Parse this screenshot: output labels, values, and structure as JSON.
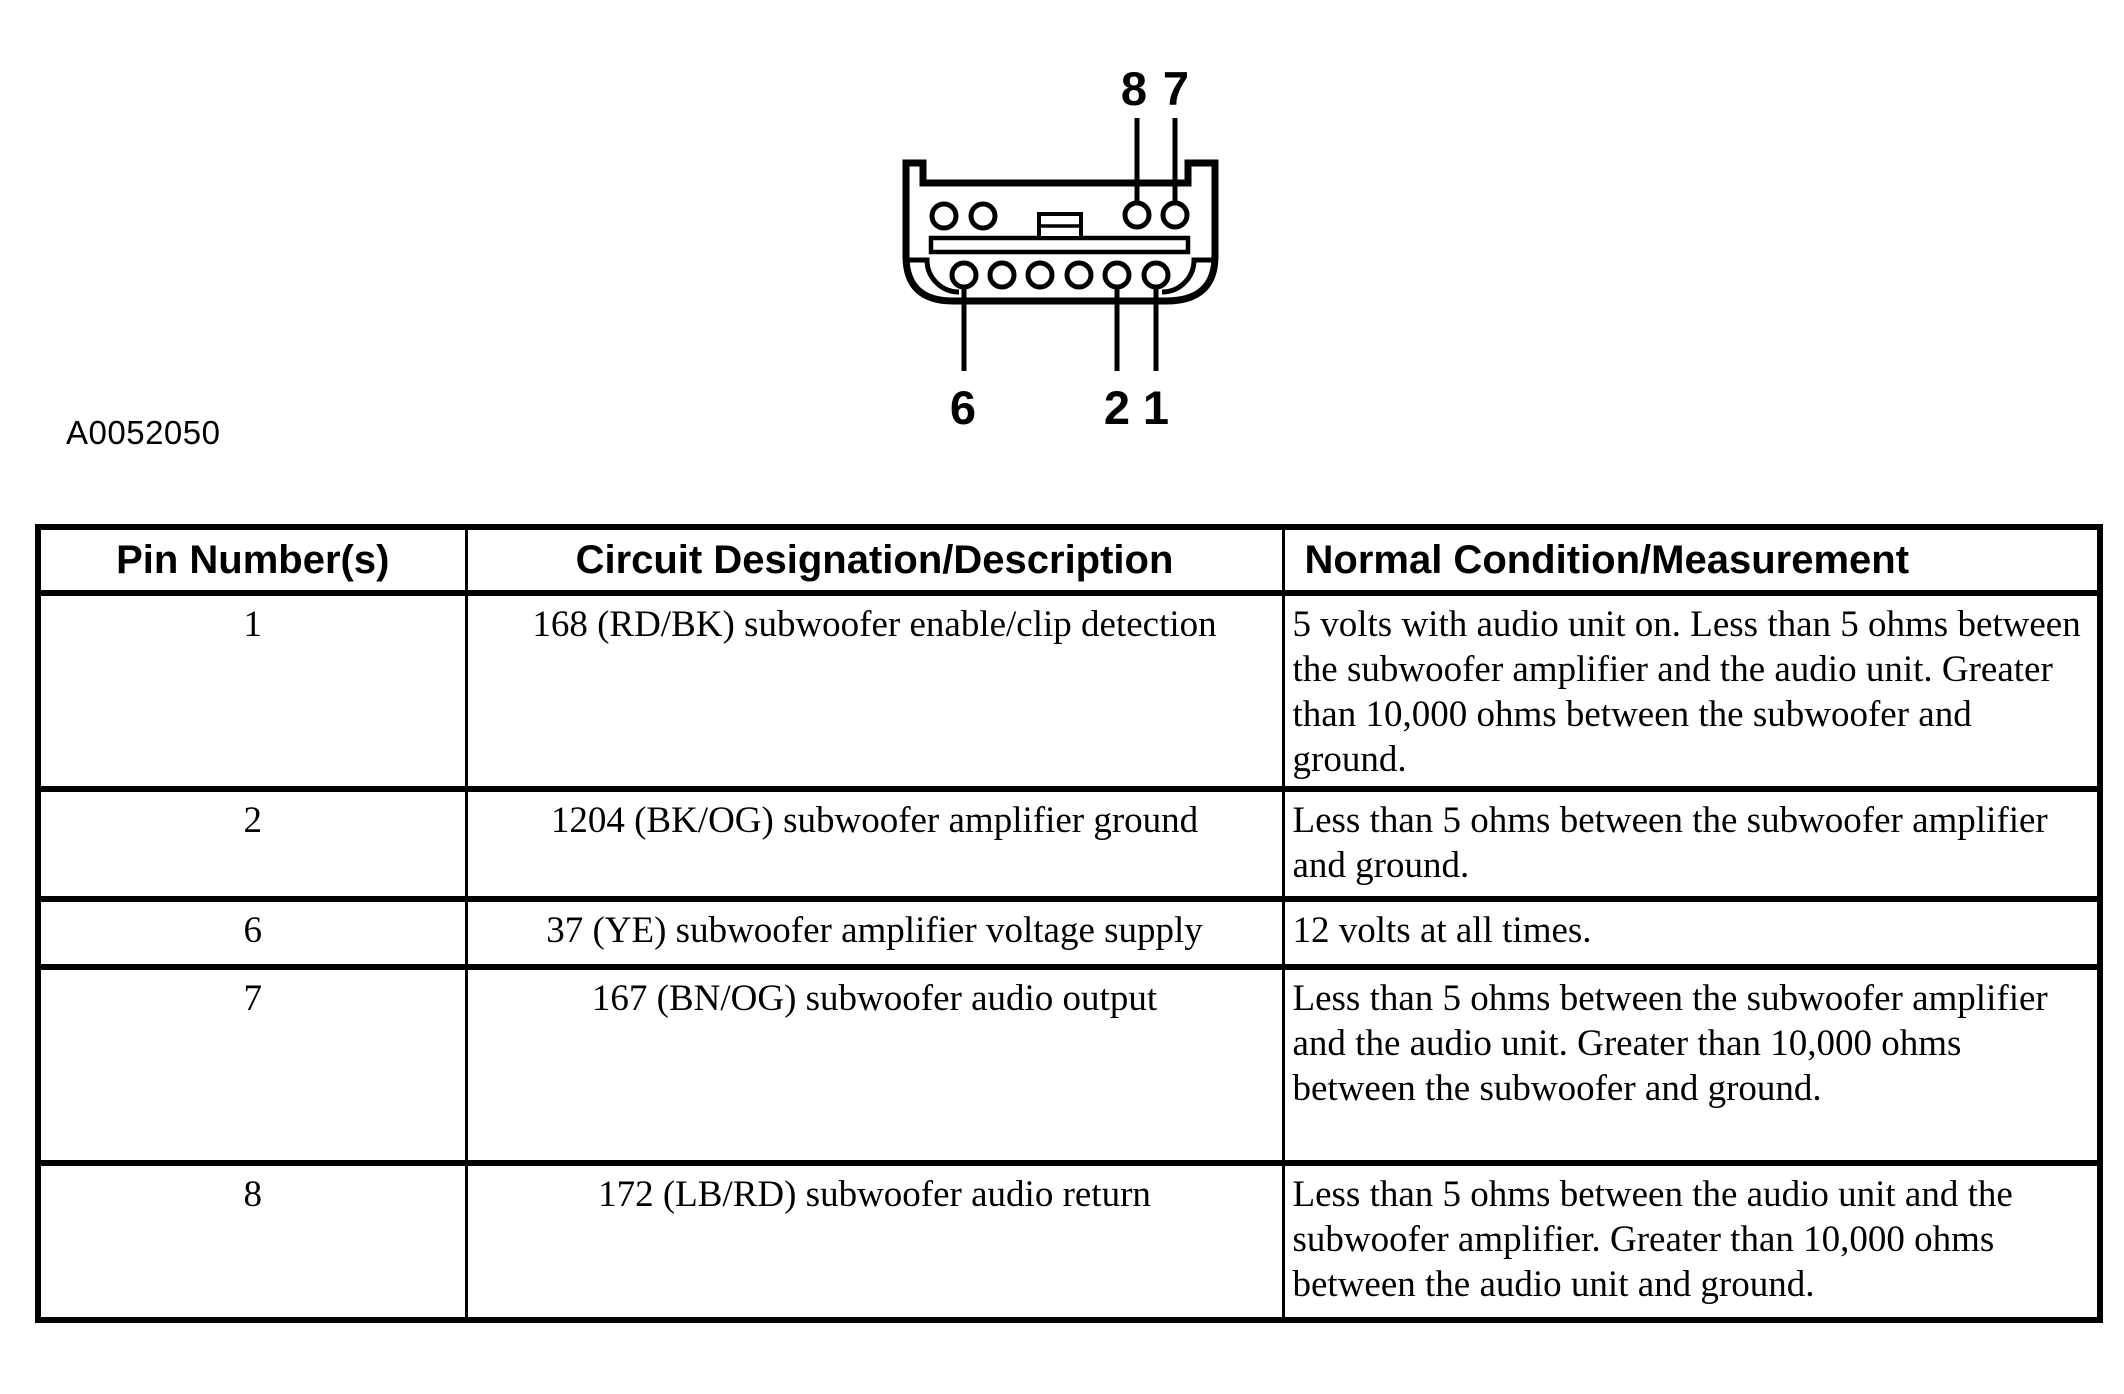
{
  "figure": {
    "label": "A0052050",
    "pin_labels": {
      "p8": "8",
      "p7": "7",
      "p6": "6",
      "p2": "2",
      "p1": "1"
    }
  },
  "table": {
    "headers": [
      "Pin Number(s)",
      "Circuit Designation/Description",
      "Normal Condition/Measurement"
    ],
    "rows": [
      {
        "pin": "1",
        "circuit": "168 (RD/BK) subwoofer enable/clip detection",
        "condition": "5 volts with audio unit on. Less than 5 ohms between the subwoofer amplifier and the audio unit. Greater than 10,000 ohms between the subwoofer and ground."
      },
      {
        "pin": "2",
        "circuit": "1204 (BK/OG) subwoofer amplifier ground",
        "condition": "Less than 5 ohms between the subwoofer amplifier and ground."
      },
      {
        "pin": "6",
        "circuit": "37 (YE) subwoofer amplifier voltage supply",
        "condition": "12 volts at all times."
      },
      {
        "pin": "7",
        "circuit": "167 (BN/OG) subwoofer audio output",
        "condition": "Less than 5 ohms between the subwoofer amplifier and the audio unit. Greater than 10,000 ohms between the subwoofer and ground."
      },
      {
        "pin": "8",
        "circuit": "172 (LB/RD) subwoofer audio return",
        "condition": "Less than 5 ohms between the audio unit and the subwoofer amplifier. Greater than 10,000 ohms between the audio unit and ground."
      }
    ]
  },
  "colors": {
    "ink": "#000000",
    "paper": "#ffffff"
  }
}
